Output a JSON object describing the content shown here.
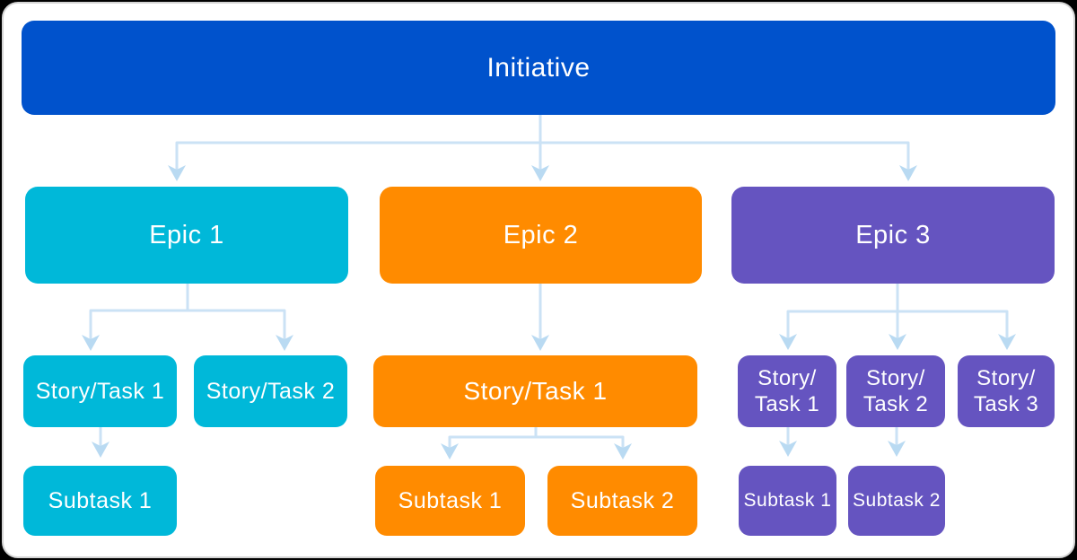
{
  "colors": {
    "page_background": "#000000",
    "card_background": "#FFFFFF",
    "card_border": "#D4D4D4",
    "initiative": "#0052CC",
    "epic1_branch": "#00B8D9",
    "epic2_branch": "#FF8B00",
    "epic3_branch": "#6554C0",
    "connector_line": "#CBE2F5",
    "connector_arrow": "#B9DAF2",
    "label_text": "#FFFFFF"
  },
  "diagram": {
    "root": {
      "label": "Initiative"
    },
    "branches": [
      {
        "epic": {
          "label": "Epic 1"
        },
        "stories": [
          {
            "label": "Story/Task 1"
          },
          {
            "label": "Story/Task 2"
          }
        ],
        "subtasks": [
          {
            "label": "Subtask 1"
          }
        ]
      },
      {
        "epic": {
          "label": "Epic 2"
        },
        "stories": [
          {
            "label": "Story/Task 1"
          }
        ],
        "subtasks": [
          {
            "label": "Subtask 1"
          },
          {
            "label": "Subtask 2"
          }
        ]
      },
      {
        "epic": {
          "label": "Epic 3"
        },
        "stories": [
          {
            "label": "Story/\nTask 1"
          },
          {
            "label": "Story/\nTask 2"
          },
          {
            "label": "Story/\nTask 3"
          }
        ],
        "subtasks": [
          {
            "label": "Subtask 1"
          },
          {
            "label": "Subtask 2"
          }
        ]
      }
    ]
  }
}
